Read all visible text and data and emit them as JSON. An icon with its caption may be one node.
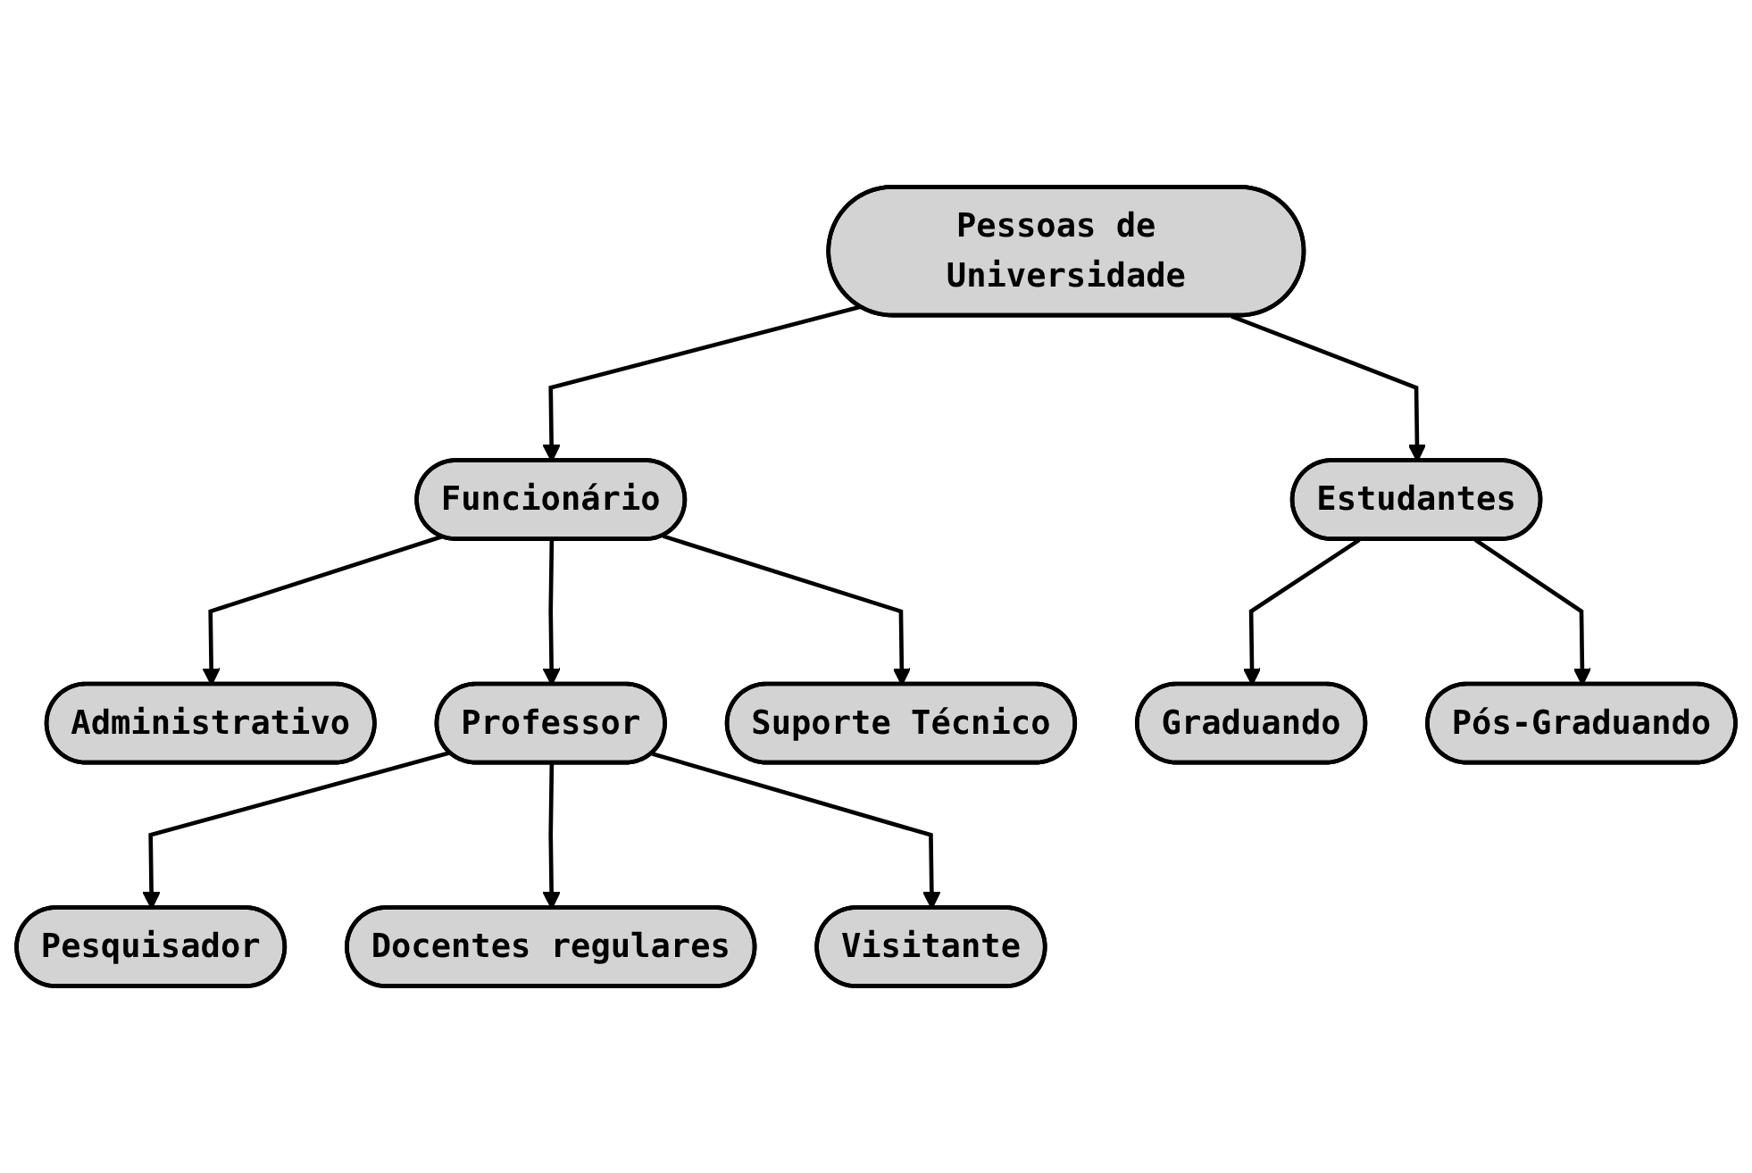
{
  "diagram": {
    "nodes": [
      {
        "text": [
          "Pessoas de Universidade"
        ]
      },
      {
        "text": [
          "Funcionário"
        ]
      },
      {
        "text": [
          "Estudantes"
        ]
      },
      {
        "text": [
          "Administrativo"
        ]
      },
      {
        "text": [
          "Professor"
        ]
      },
      {
        "text": [
          "Suporte Técnico"
        ]
      },
      {
        "text": [
          "Graduando"
        ]
      },
      {
        "text": [
          "Pós-Graduando"
        ]
      },
      {
        "text": [
          "Pesquisador"
        ]
      },
      {
        "text": [
          "Docentes regulares"
        ]
      },
      {
        "text": [
          "Visitante"
        ]
      }
    ],
    "edges": [
      {
        "from": 0,
        "to": 1,
        "arrow": "to"
      },
      {
        "from": 0,
        "to": 2,
        "arrow": "to"
      },
      {
        "from": 1,
        "to": 3,
        "arrow": "to"
      },
      {
        "from": 1,
        "to": 4,
        "arrow": "to"
      },
      {
        "from": 1,
        "to": 5,
        "arrow": "to"
      },
      {
        "from": 2,
        "to": 6,
        "arrow": "to"
      },
      {
        "from": 2,
        "to": 7,
        "arrow": "to"
      },
      {
        "from": 4,
        "to": 8,
        "arrow": "to"
      },
      {
        "from": 4,
        "to": 9,
        "arrow": "to"
      },
      {
        "from": 4,
        "to": 10,
        "arrow": "to"
      }
    ]
  }
}
